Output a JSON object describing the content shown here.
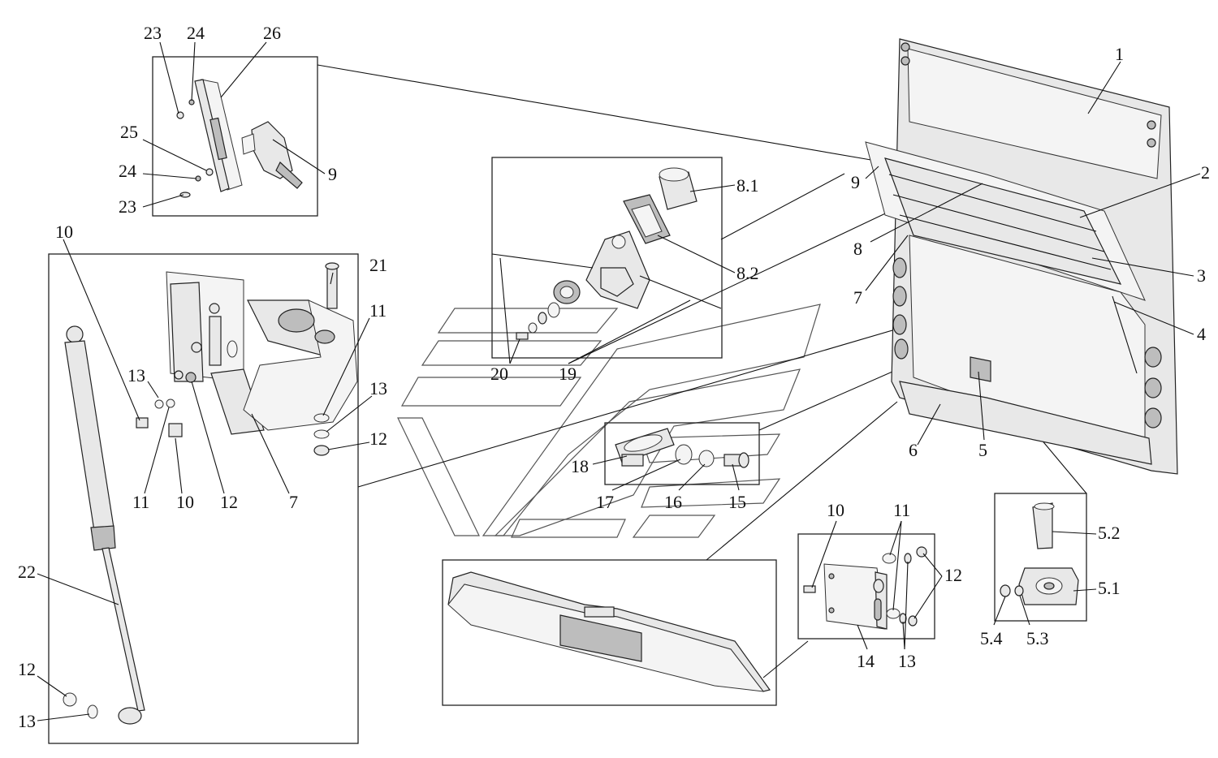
{
  "labels": {
    "l1": "1",
    "l2": "2",
    "l3": "3",
    "l4": "4",
    "l5": "5",
    "l6": "6",
    "l7a": "7",
    "l7b": "7",
    "l8": "8",
    "l9a": "9",
    "l9b": "9",
    "l81": "8.1",
    "l82": "8.2",
    "l10a": "10",
    "l10b": "10",
    "l10c": "10",
    "l11a": "11",
    "l11b": "11",
    "l11c": "11",
    "l12a": "12",
    "l12b": "12",
    "l12c": "12",
    "l12d": "12",
    "l13a": "13",
    "l13b": "13",
    "l13c": "13",
    "l13d": "13",
    "l14": "14",
    "l15": "15",
    "l16": "16",
    "l17": "17",
    "l18": "18",
    "l19": "19",
    "l20": "20",
    "l21": "21",
    "l22": "22",
    "l23a": "23",
    "l23b": "23",
    "l24a": "24",
    "l24b": "24",
    "l25": "25",
    "l26": "26",
    "l51": "5.1",
    "l52": "5.2",
    "l53": "5.3",
    "l54": "5.4"
  }
}
